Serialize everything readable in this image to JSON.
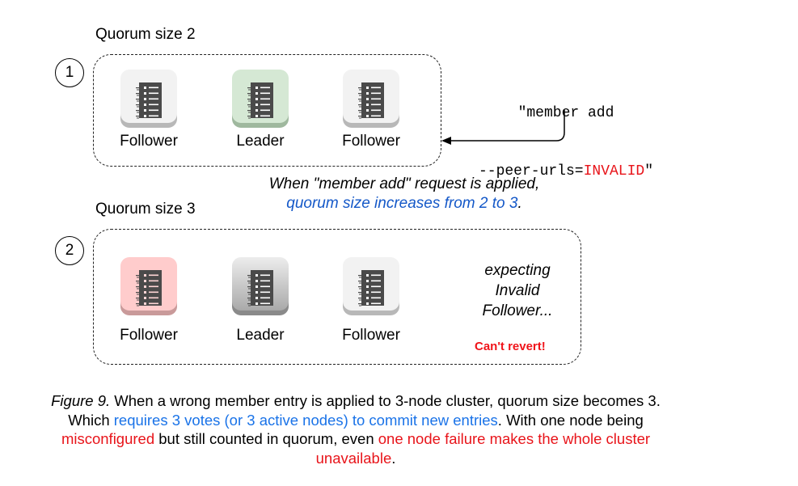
{
  "colors": {
    "red": "#e8141a",
    "blue": "#1a73e8",
    "icon_default_bg": "#f2f2f2",
    "icon_leader_green_bg": "#d5e8d4",
    "icon_invalid_red_bg": "#ffcccc",
    "icon_leader_gray_bg": "#d4d4d4",
    "icon_glyph": "#4a4a4a"
  },
  "stage1": {
    "step_number": "1",
    "title": "Quorum size 2",
    "nodes": [
      {
        "label": "Follower",
        "role": "follower",
        "state": "normal"
      },
      {
        "label": "Leader",
        "role": "leader",
        "state": "leader-green"
      },
      {
        "label": "Follower",
        "role": "follower",
        "state": "normal"
      }
    ]
  },
  "command": {
    "line1": "\"member add",
    "line2_prefix": "--peer-urls=",
    "line2_value": "INVALID",
    "line2_suffix": "\""
  },
  "transition_note": {
    "line1": "When \"member add\" request is applied,",
    "line2_highlight": "quorum size increases from 2 to 3",
    "line2_end": "."
  },
  "stage2": {
    "step_number": "2",
    "title": "Quorum size 3",
    "nodes": [
      {
        "label": "Follower",
        "role": "follower",
        "state": "invalid-red"
      },
      {
        "label": "Leader",
        "role": "leader",
        "state": "leader-gray"
      },
      {
        "label": "Follower",
        "role": "follower",
        "state": "normal"
      }
    ],
    "expecting_lines": [
      "expecting",
      "Invalid",
      "Follower..."
    ],
    "warning": "Can't revert!"
  },
  "caption": {
    "figure_label": "Figure 9.",
    "part1": " When a wrong member entry is applied to 3-node cluster, quorum size becomes 3. Which ",
    "part2_blue": "requires 3 votes (or 3 active nodes) to commit new entries",
    "part3": ". With one node being ",
    "part4_red": "misconfigured",
    "part5": " but still counted in quorum, even ",
    "part6_red": "one node failure makes the whole cluster unavailable",
    "part7": "."
  }
}
